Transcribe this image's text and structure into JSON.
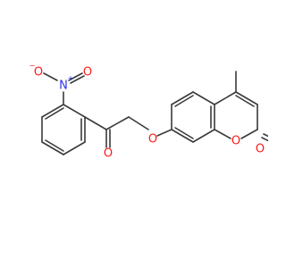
{
  "molecule": {
    "atoms": {
      "nitro_n": "N",
      "nitro_n_charge": "+",
      "nitro_o_left": "O",
      "nitro_o_left_charge": "−",
      "nitro_o_right": "O",
      "ketone_o": "O",
      "ether_o": "O",
      "ring_o": "O",
      "lactone_o": "O"
    },
    "colors": {
      "bond": "#3a3a3a",
      "nitrogen": "#2f2ff0",
      "oxygen": "#ff1a1a"
    }
  }
}
